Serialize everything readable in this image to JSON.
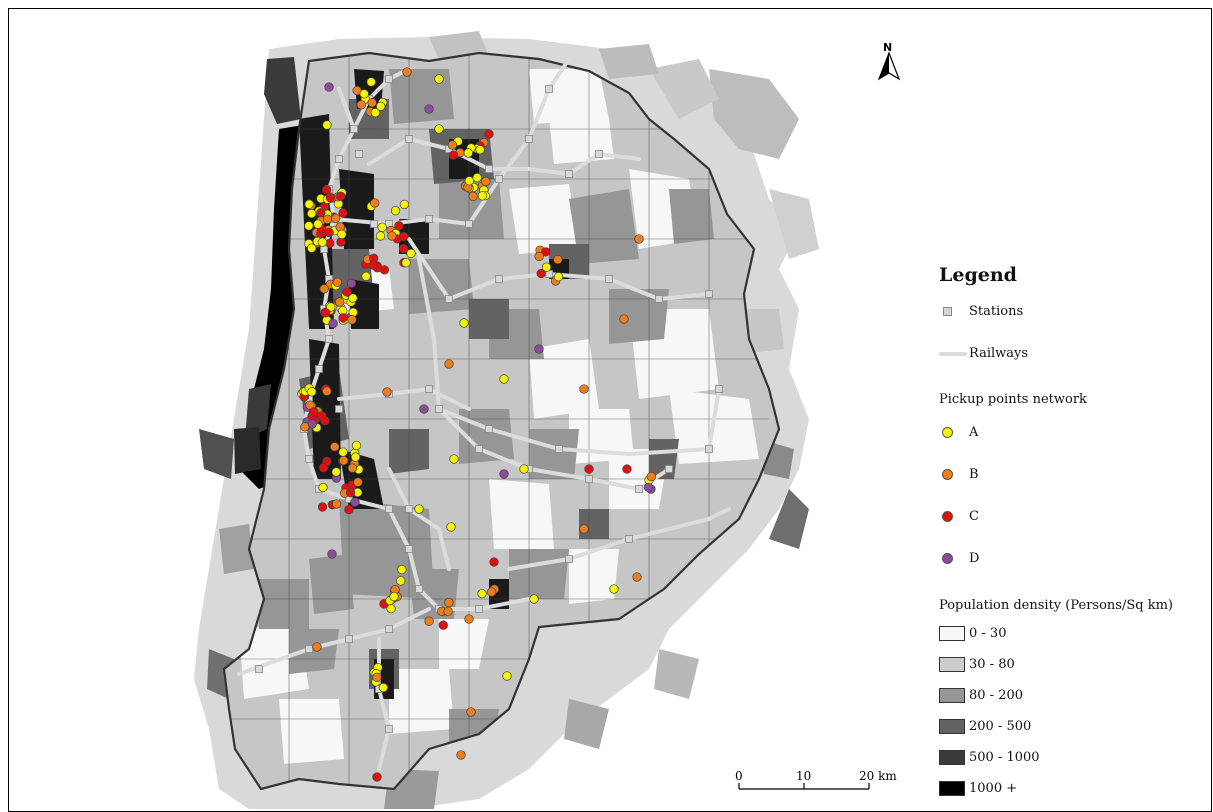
{
  "legend": {
    "title": "Legend",
    "stations": "Stations",
    "railways": "Railways",
    "pickup_heading": "Pickup points network",
    "pickup": [
      {
        "label": "A",
        "color": "#f5f500"
      },
      {
        "label": "B",
        "color": "#ef7d1a"
      },
      {
        "label": "C",
        "color": "#e01010"
      },
      {
        "label": "D",
        "color": "#8e4a9c"
      }
    ],
    "density_heading": "Population density (Persons/Sq km)",
    "density": [
      {
        "label": "0 - 30",
        "color": "#f7f7f7"
      },
      {
        "label": "30 - 80",
        "color": "#cccccc"
      },
      {
        "label": "80 - 200",
        "color": "#969696"
      },
      {
        "label": "200 - 500",
        "color": "#636363"
      },
      {
        "label": "500 - 1000",
        "color": "#3a3a3a"
      },
      {
        "label": "1000 +",
        "color": "#000000"
      }
    ]
  },
  "north": {
    "label": "N"
  },
  "scale": {
    "labels": [
      "0",
      "10",
      "20 km"
    ]
  }
}
